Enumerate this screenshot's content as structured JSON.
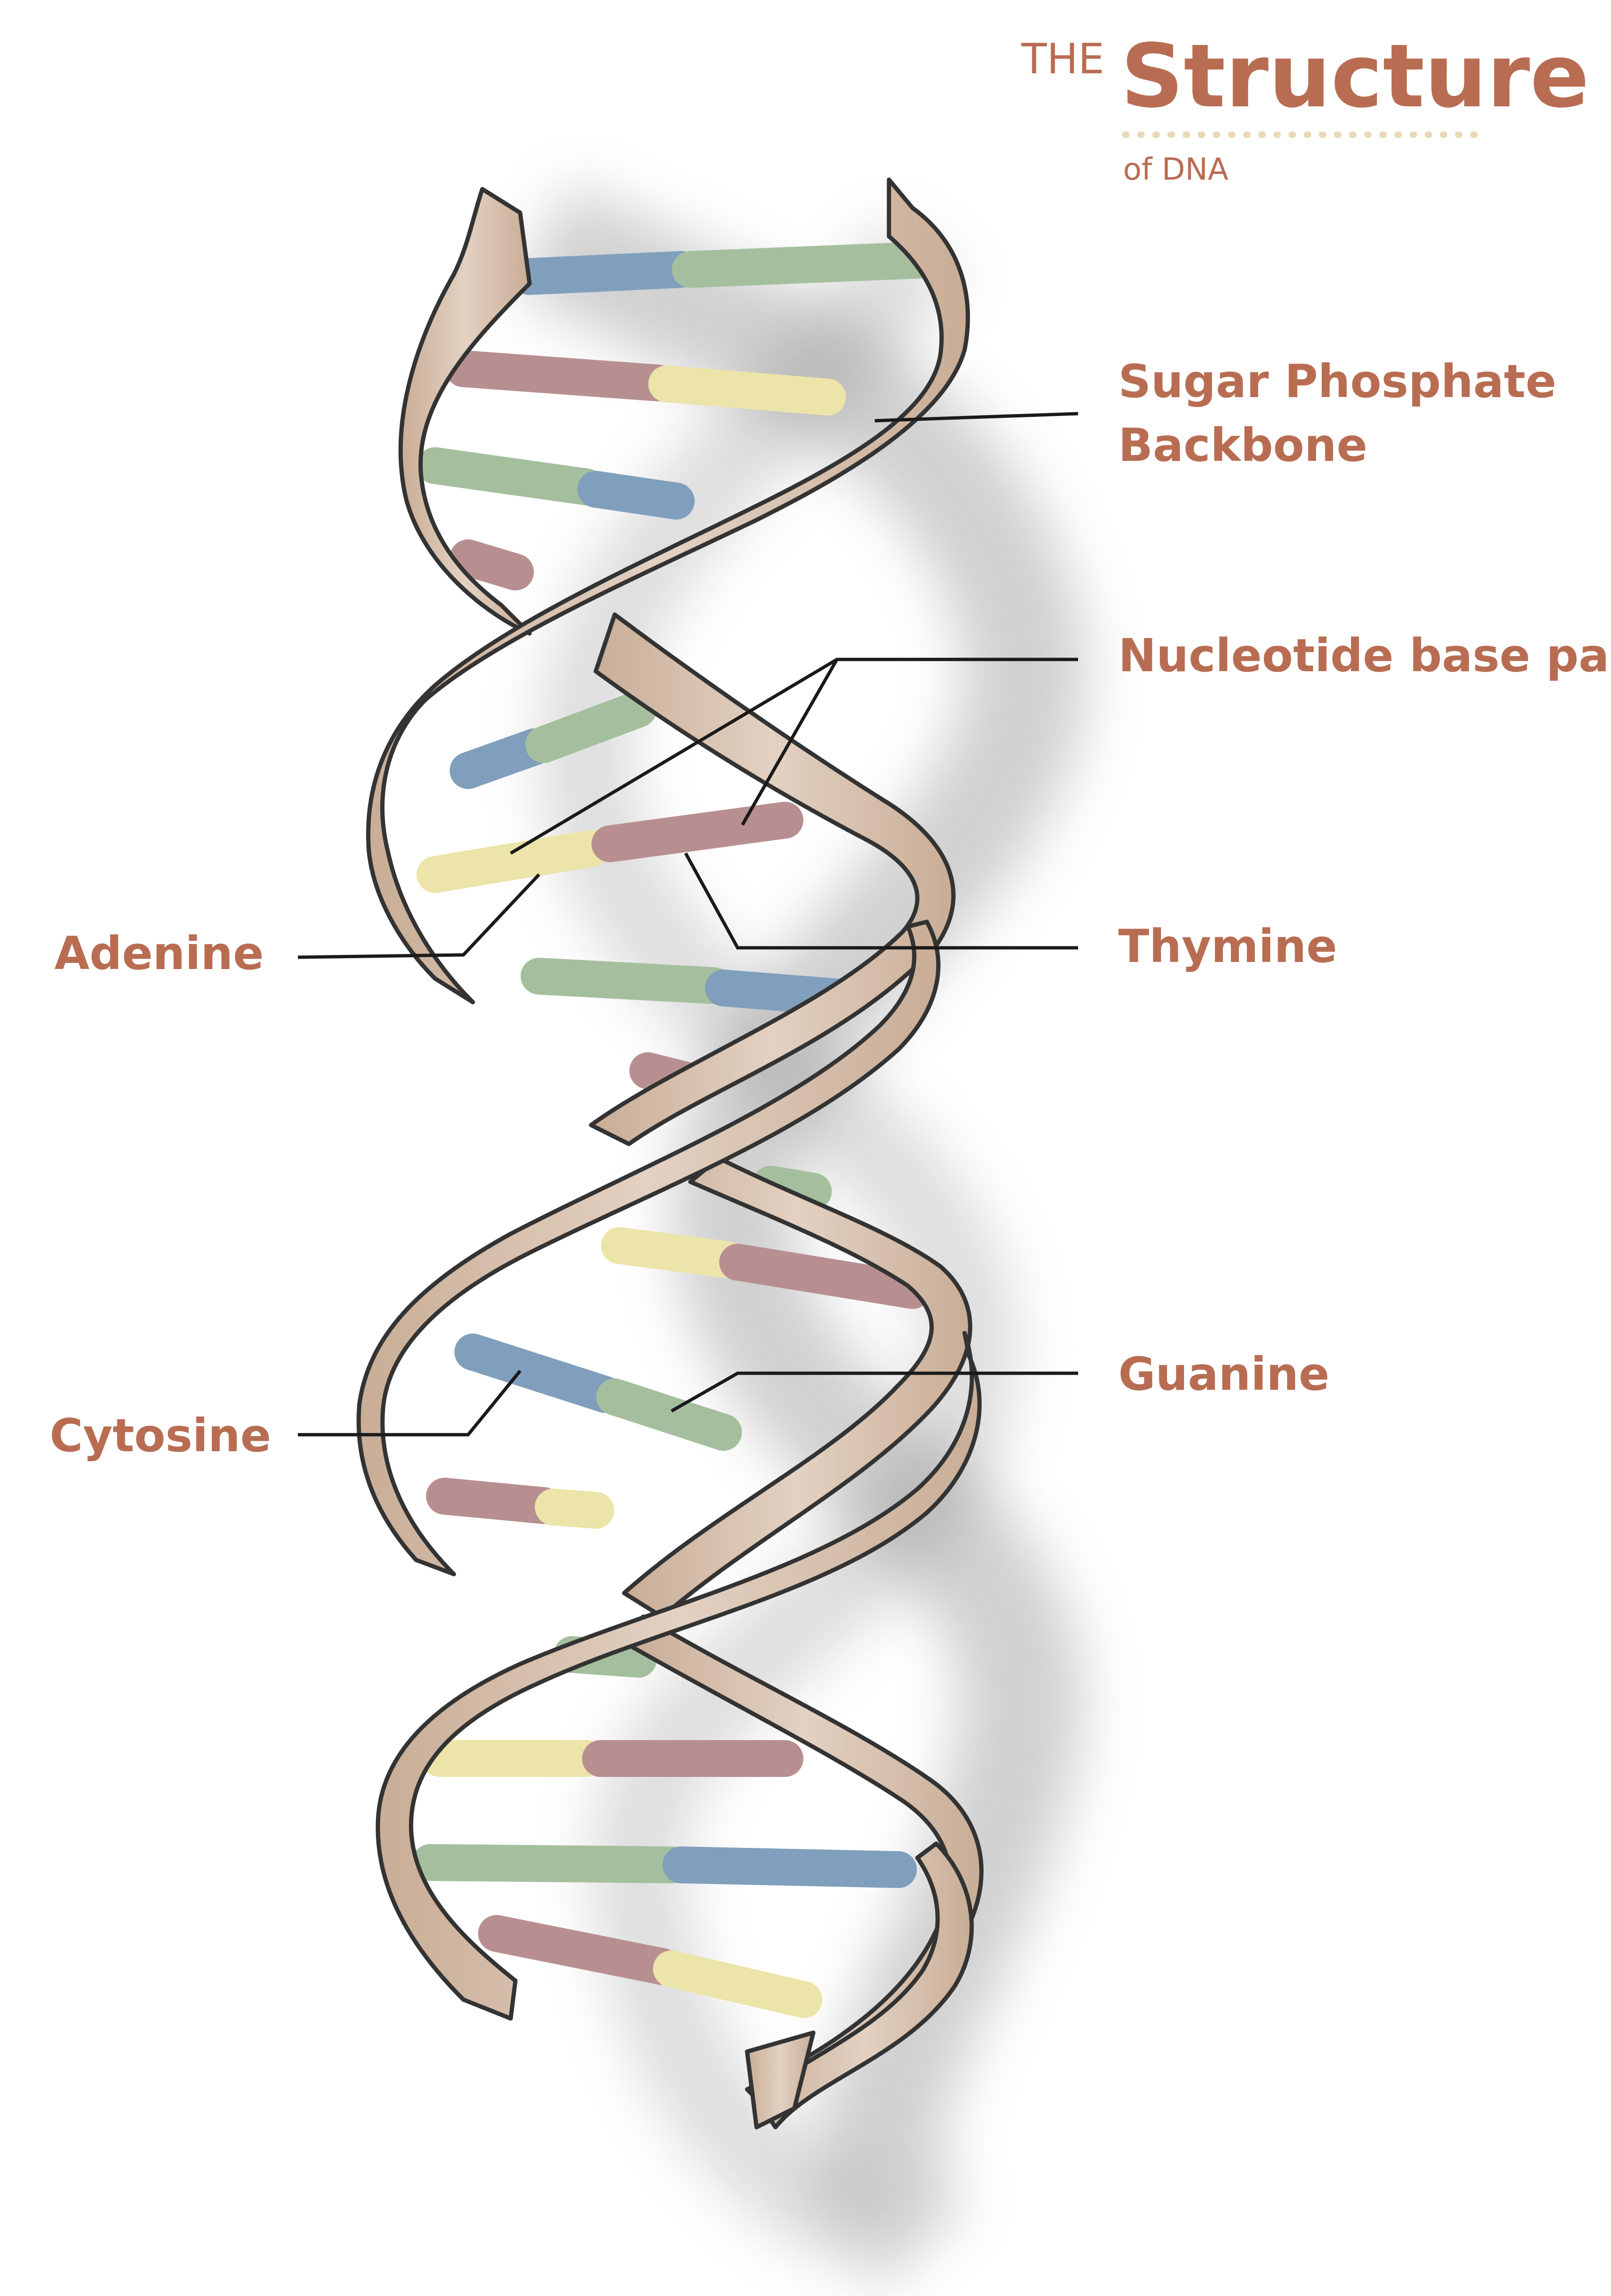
{
  "title": {
    "prefix": "THE",
    "main": "Structure",
    "sub": "of DNA"
  },
  "labels": {
    "sugar_phosphate_line1": "Sugar Phosphate",
    "sugar_phosphate_line2": "Backbone",
    "nucleotide_base_pair": "Nucleotide base pair",
    "adenine": "Adenine",
    "thymine": "Thymine",
    "guanine": "Guanine",
    "cytosine": "Cytosine"
  },
  "colors": {
    "accent": "#b86d52",
    "accent_light": "#ead9b8",
    "ribbon": "#d2b9a4",
    "ribbon_light": "#e6d5c7",
    "outline": "#333333",
    "adenine": "#ece4a8",
    "thymine": "#b88f90",
    "guanine": "#a5bf9e",
    "cytosine": "#7f9fbd",
    "leader": "#1a1a1a"
  }
}
